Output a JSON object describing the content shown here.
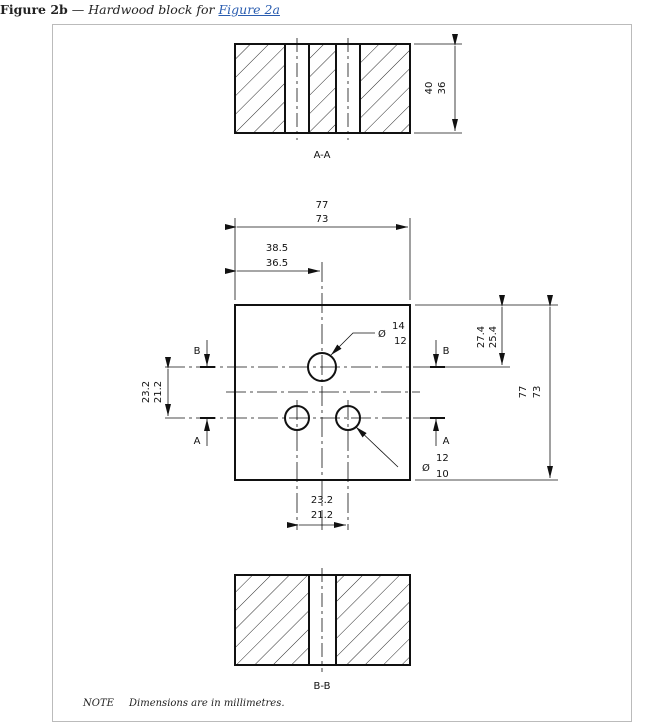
{
  "caption": {
    "label": "Figure 2b",
    "dash": " — ",
    "text": "Hardwood block for ",
    "link": "Figure 2a"
  },
  "section_aa": {
    "label": "A-A",
    "height_max": "40",
    "height_min": "36"
  },
  "plan": {
    "width_max": "77",
    "width_min": "73",
    "center_offset_max": "38.5",
    "center_offset_min": "36.5",
    "top_offset_max": "27.4",
    "top_offset_min": "25.4",
    "height_max": "77",
    "height_min": "73",
    "row_spacing_max": "23.2",
    "row_spacing_min": "21.2",
    "hole_spacing_max": "23.2",
    "hole_spacing_min": "21.2",
    "large_hole_symbol": "Ø",
    "large_hole_max": "14",
    "large_hole_min": "12",
    "small_hole_symbol": "Ø",
    "small_hole_max": "12",
    "small_hole_min": "10",
    "section_b": "B",
    "section_a": "A"
  },
  "section_bb": {
    "label": "B-B"
  },
  "note": {
    "key": "NOTE",
    "text": "Dimensions are in millimetres."
  }
}
